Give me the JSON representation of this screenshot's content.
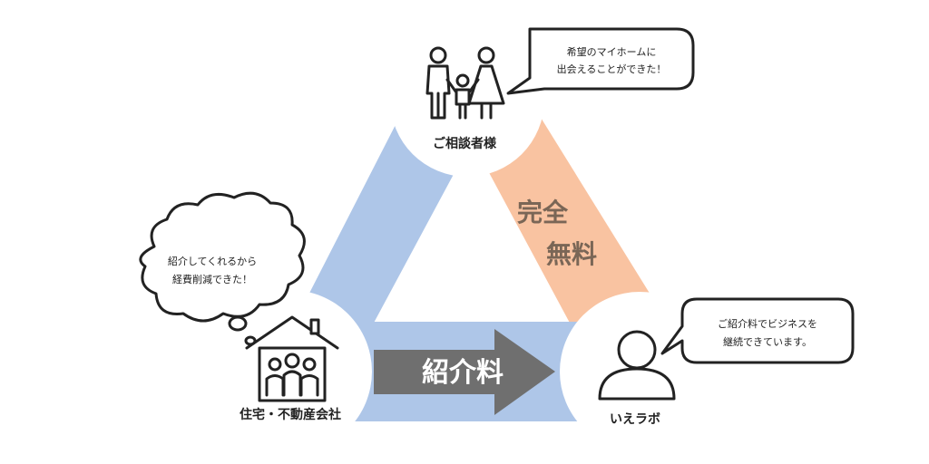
{
  "nodes": {
    "consultant": {
      "label": "ご相談者様",
      "bubble_lines": [
        "希望のマイホームに",
        "出会えることができた！"
      ]
    },
    "company": {
      "label": "住宅・不動産会社",
      "bubble_lines": [
        "紹介してくれるから",
        "経費削減できた！"
      ]
    },
    "ielabo": {
      "label": "いえラボ",
      "bubble_lines": [
        "ご紹介料でビジネスを",
        "継続できています。"
      ]
    }
  },
  "edges": {
    "free": {
      "lines": [
        "完全",
        "無料"
      ]
    },
    "fee": {
      "label": "紹介料"
    }
  },
  "colors": {
    "blue": "#aec6e8",
    "peach": "#f9c3a1",
    "arrow": "#6f6f6f",
    "text": "#333333",
    "free_text": "#7a6656"
  },
  "icons": {
    "consultant": "family-icon",
    "company": "house-family-icon",
    "ielabo": "person-icon"
  }
}
